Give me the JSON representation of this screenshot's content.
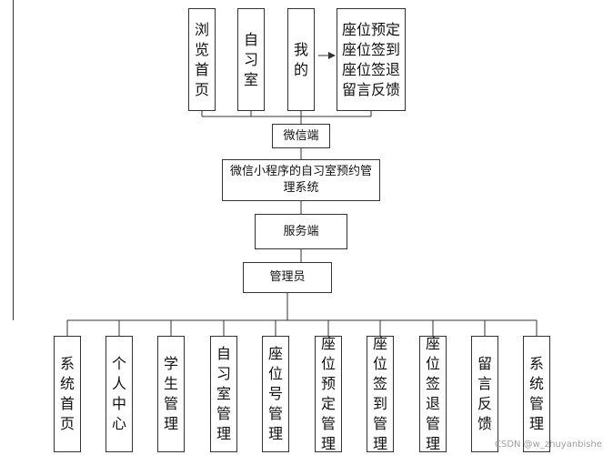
{
  "wechat_pages": [
    "浏览首页",
    "自习室",
    "我的"
  ],
  "my_features": "座位预定\n座位签到\n座位签退\n留言反馈",
  "wechat_client": "微信端",
  "system": "微信小程序的自习室预约管理系统",
  "server": "服务端",
  "admin": "管理员",
  "admin_modules": [
    "系统首页",
    "个人中心",
    "学生管理",
    "自习室管理",
    "座位号管理",
    "座位预定管理",
    "座位签到管理",
    "座位签退管理",
    "留言反馈",
    "系统管理"
  ],
  "watermark": "CSDN @w_zhuyanbishe"
}
